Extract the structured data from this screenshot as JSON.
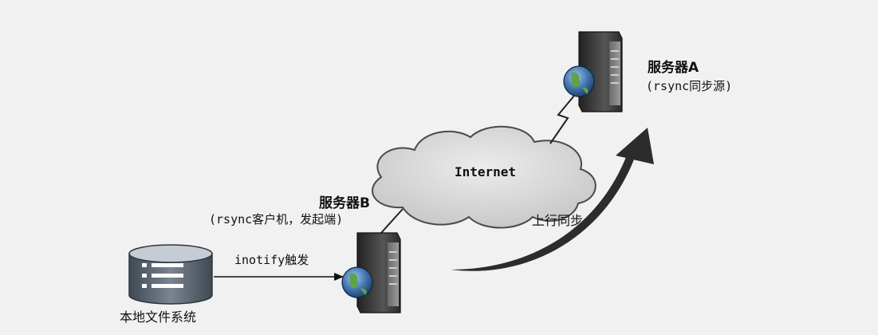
{
  "nodes": {
    "server_a": {
      "title": "服务器A",
      "subtitle": "(rsync同步源)"
    },
    "server_b": {
      "title": "服务器B",
      "subtitle": "(rsync客户机，发起端)"
    },
    "cloud": {
      "label": "Internet"
    },
    "local_fs": {
      "label": "本地文件系统"
    }
  },
  "edges": {
    "inotify": {
      "label": "inotify触发"
    },
    "upload": {
      "label": "上行同步"
    }
  },
  "colors": {
    "background": "#f1f1f1",
    "arrow": "#2c2c2c",
    "cloud_fill": "#d9d9d9",
    "server_body": "#3a3a3a",
    "globe_blue": "#3d6fa8",
    "disk_fill": "#5b6673"
  },
  "icons": {
    "server_a": "server-globe-icon",
    "server_b": "server-globe-icon",
    "local_fs": "database-icon",
    "cloud": "cloud-icon"
  }
}
